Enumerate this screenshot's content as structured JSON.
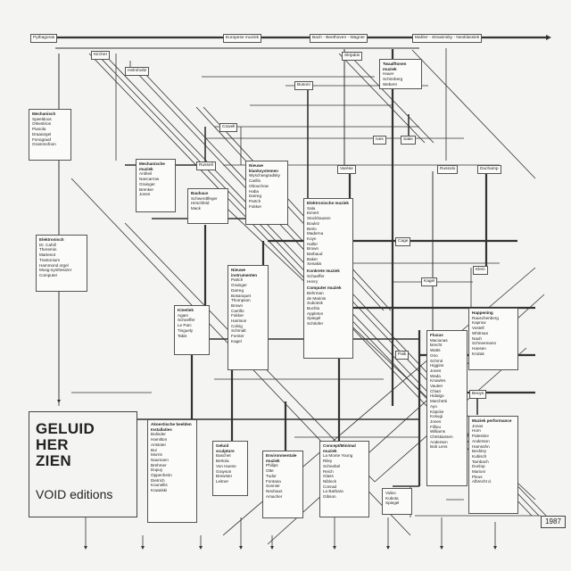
{
  "diagram": {
    "tags": {
      "pythagoras": "Pythagoras",
      "europese": "Europese muziek",
      "bach": "Bach - Beethoven - Wagner",
      "mahler": "Mahler - Strawinsky - Neoklassiek",
      "kircher": "Kircher",
      "helmholtz": "Helmholtz",
      "skrjabin": "Skrjabin",
      "busoni": "Busoni",
      "cowell": "Cowell",
      "russolo1": "Russell",
      "ives": "Ives",
      "satie": "Satie",
      "varese": "Varèse",
      "russolo": "Russolo",
      "duchamp": "Duchamp",
      "cage": "Cage",
      "kagel": "Kagel",
      "klein": "Klein",
      "paik": "Paik",
      "beuys": "Beuys",
      "video": "Video",
      "kubota": "Kubota",
      "spiegel": "Spiegel"
    },
    "boxes": {
      "twaalftonen": {
        "title": "Twaalftonen muziek",
        "items": [
          "Hauer",
          "Schönberg",
          "Webern"
        ]
      },
      "mechanisch": {
        "title": "Mechanisch",
        "items": [
          "Speeldoos",
          "Orkestrion",
          "Pianola",
          "Draaiorgel",
          "Fonograaf",
          "Grammofoon"
        ]
      },
      "mech_muziek": {
        "title": "Mechanische muziek",
        "items": [
          "Antheil",
          "Nancarrow",
          "Grainger",
          "Brenker",
          "Jones"
        ]
      },
      "bauhaus": {
        "title": "Bauhaus",
        "items": [
          "Schwerdtfeger",
          "Hirschfeld",
          "Mack"
        ]
      },
      "klanksystemen": {
        "title": "Nieuwe klanksystemen",
        "items": [
          "Wyschnegradsky",
          "Carillo",
          "Obouchow",
          "Haba",
          "Darreg",
          "Partch",
          "Fokker"
        ]
      },
      "elektronische": {
        "title": "Elektronische muziek",
        "items": [
          "Sala",
          "Eimert",
          "Stockhausen",
          "Boulez",
          "Berio",
          "Maderna",
          "Koyn",
          "Haller",
          "Brown",
          "Barbaud",
          "Baker",
          "Xenakis"
        ],
        "sub1": "Konkrete muziek",
        "items2": [
          "Schaeffer",
          "Henry"
        ],
        "sub2": "Computer muziek",
        "items3": [
          "Behrman",
          "de Marinis",
          "Subotnik",
          "Buchla",
          "Appleton",
          "Spiegel",
          "Schitofer"
        ]
      },
      "elektronisch": {
        "title": "Elektronisch",
        "items": [
          "Dr. Cahill",
          "Theremin",
          "Martenot",
          "Trantonium",
          "Hammond orgel",
          "Moog-synthesizer",
          "Computer"
        ]
      },
      "instrumenten": {
        "title": "Nieuwe instrumenten",
        "items": [
          "Partch",
          "Grainger",
          "Darreg",
          "Bosanquet",
          "Thompson",
          "Brown",
          "Carrillo",
          "Fokker",
          "Harrison",
          "Colvig",
          "Schmidt",
          "Forster",
          "Kagel"
        ]
      },
      "kinetiek": {
        "title": "Kinetiek",
        "items": [
          "Agam",
          "Schoeffer",
          "Le Parc",
          "Tinguely",
          "Takis"
        ]
      },
      "happening": {
        "title": "Happening",
        "items": [
          "Rauschenberg",
          "Kaprow",
          "Vostell",
          "Whitman",
          "Nauh",
          "Schneemann",
          "Hansen",
          "Knizak"
        ]
      },
      "fluxus": {
        "title": "Fluxus",
        "items": [
          "Maciunas",
          "Brecht",
          "Watts",
          "Ono",
          "Schmit",
          "Higgins",
          "Jones",
          "Wada",
          "Knowles",
          "Vautier",
          "Chiari",
          "Hidalgo",
          "Marchetti",
          "Ayo",
          "Köpcke",
          "Kosugi",
          "Jones",
          "Filliou",
          "Williams",
          "Christiansen",
          "Andersen",
          "Bob Lens"
        ]
      },
      "akoestische": {
        "title": "Akoestische beelden Installaties",
        "items": [
          "Bolinder",
          "Hamilton",
          "Aristotei",
          "Bui",
          "Morris",
          "Naumann",
          "Brehmer",
          "Dupuy",
          "Oppenheim",
          "Dietrich",
          "Kounellis",
          "Kowalski"
        ]
      },
      "geluidsculpture": {
        "title": "Geluid sculpture",
        "items": [
          "Baschet",
          "Bertoia",
          "Von Huene",
          "Grayson",
          "Brewster",
          "Leitner"
        ]
      },
      "environmentale": {
        "title": "Environmentale muziek",
        "items": [
          "Philips",
          "Otte",
          "Tudor",
          "Fontana",
          "Sonnier",
          "Neuhaus",
          "Amacher"
        ]
      },
      "conceptmin": {
        "title": "Concept/Minimal muziek",
        "items": [
          "La Monte Young",
          "Riley",
          "Schnebel",
          "Reich",
          "Glass",
          "Niblock",
          "Conrad",
          "La Barbara",
          "Gibson"
        ]
      },
      "performance": {
        "title": "Muziek performance",
        "items": [
          "Jonas",
          "Horn",
          "Palestine",
          "Anderson",
          "Hamsohn",
          "Beckley",
          "Kubisch",
          "Tambach",
          "Dunlop",
          "Marioni"
        ],
        "extra": [
          "Pleus",
          "Albrecht d."
        ]
      }
    },
    "brand": {
      "line1": "GELUID",
      "line2": "HER",
      "line3": "ZIEN",
      "publisher": "VOID editions"
    },
    "year": "1987"
  }
}
